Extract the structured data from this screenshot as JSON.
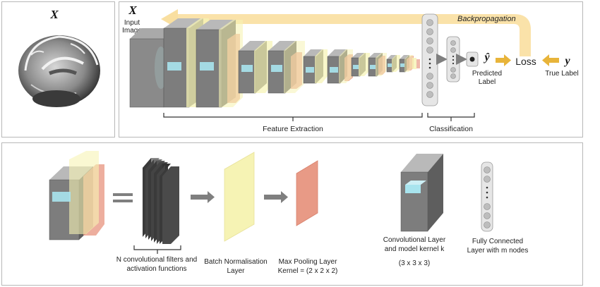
{
  "top_left": {
    "symbol": "X"
  },
  "top_right": {
    "input_symbol": "X",
    "input_label_1": "Input",
    "input_label_2": "Image",
    "backprop_label": "Backpropagation",
    "yhat_symbol": "ŷ",
    "predicted_label_1": "Predicted",
    "predicted_label_2": "Label",
    "loss_label": "Loss",
    "y_symbol": "y",
    "true_label": "True Label",
    "feature_extraction_label": "Feature Extraction",
    "classification_label": "Classification"
  },
  "legend": {
    "conv_filters_1": "N convolutional filters and",
    "conv_filters_2": "activation functions",
    "batch_norm_1": "Batch Normalisation",
    "batch_norm_2": "Layer",
    "max_pool_1": "Max Pooling Layer",
    "max_pool_2": "Kernel = (2 x 2 x 2)",
    "conv_layer_1": "Convolutional Layer",
    "conv_layer_2": "and model kernel k",
    "conv_layer_3": "(3 x 3 x 3)",
    "fc_layer_1": "Fully Connected",
    "fc_layer_2": "Layer with m nodes"
  },
  "colors": {
    "conv_gray": "#7d7d7d",
    "batch_norm_yellow": "#f6f3b4",
    "max_pool_red": "#e89a86",
    "kernel_cyan": "#a8e4ee",
    "arrow_gold": "#e8b43a",
    "backprop_band": "#f9dfa0"
  }
}
